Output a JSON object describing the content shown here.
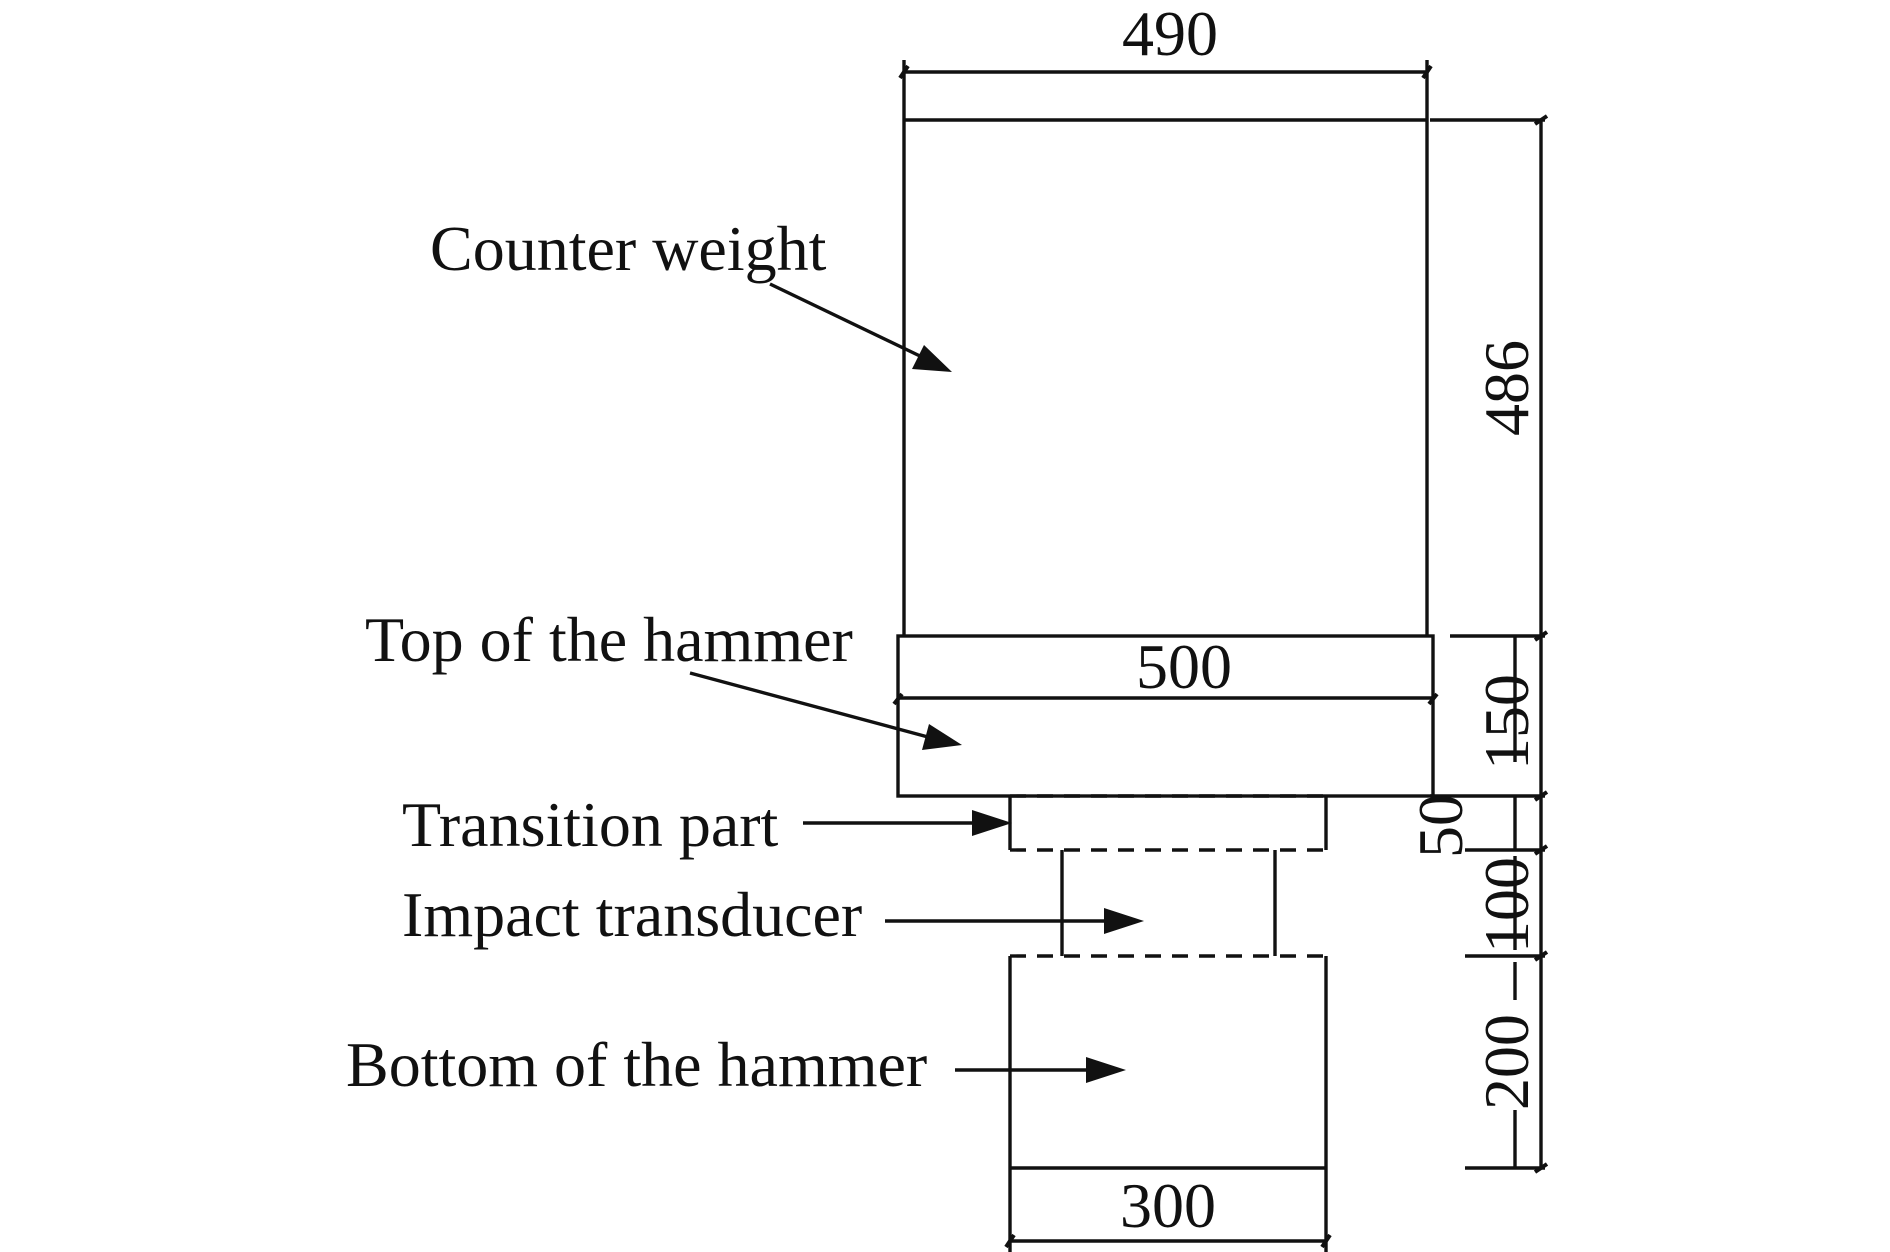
{
  "labels": {
    "counter_weight": "Counter weight",
    "top_of_hammer": "Top of the hammer",
    "transition_part": "Transition part",
    "impact_transducer": "Impact transducer",
    "bottom_of_hammer": "Bottom of the hammer"
  },
  "dimensions": {
    "counter_weight_width": "490",
    "counter_weight_height": "486",
    "top_width": "500",
    "top_height": "150",
    "transition_height": "50",
    "transducer_height": "100",
    "bottom_height": "200",
    "bottom_width": "300"
  },
  "colors": {
    "line": "#111111",
    "background": "#ffffff"
  }
}
